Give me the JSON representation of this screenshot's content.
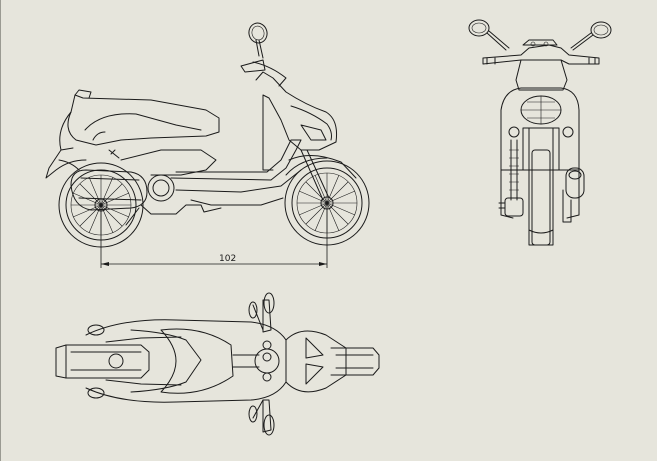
{
  "drawing": {
    "views": [
      "side-view",
      "front-view",
      "top-view"
    ],
    "dimension": {
      "value": "102"
    },
    "colors": {
      "background": "#e6e5dc",
      "line": "#1b1b1b"
    }
  }
}
